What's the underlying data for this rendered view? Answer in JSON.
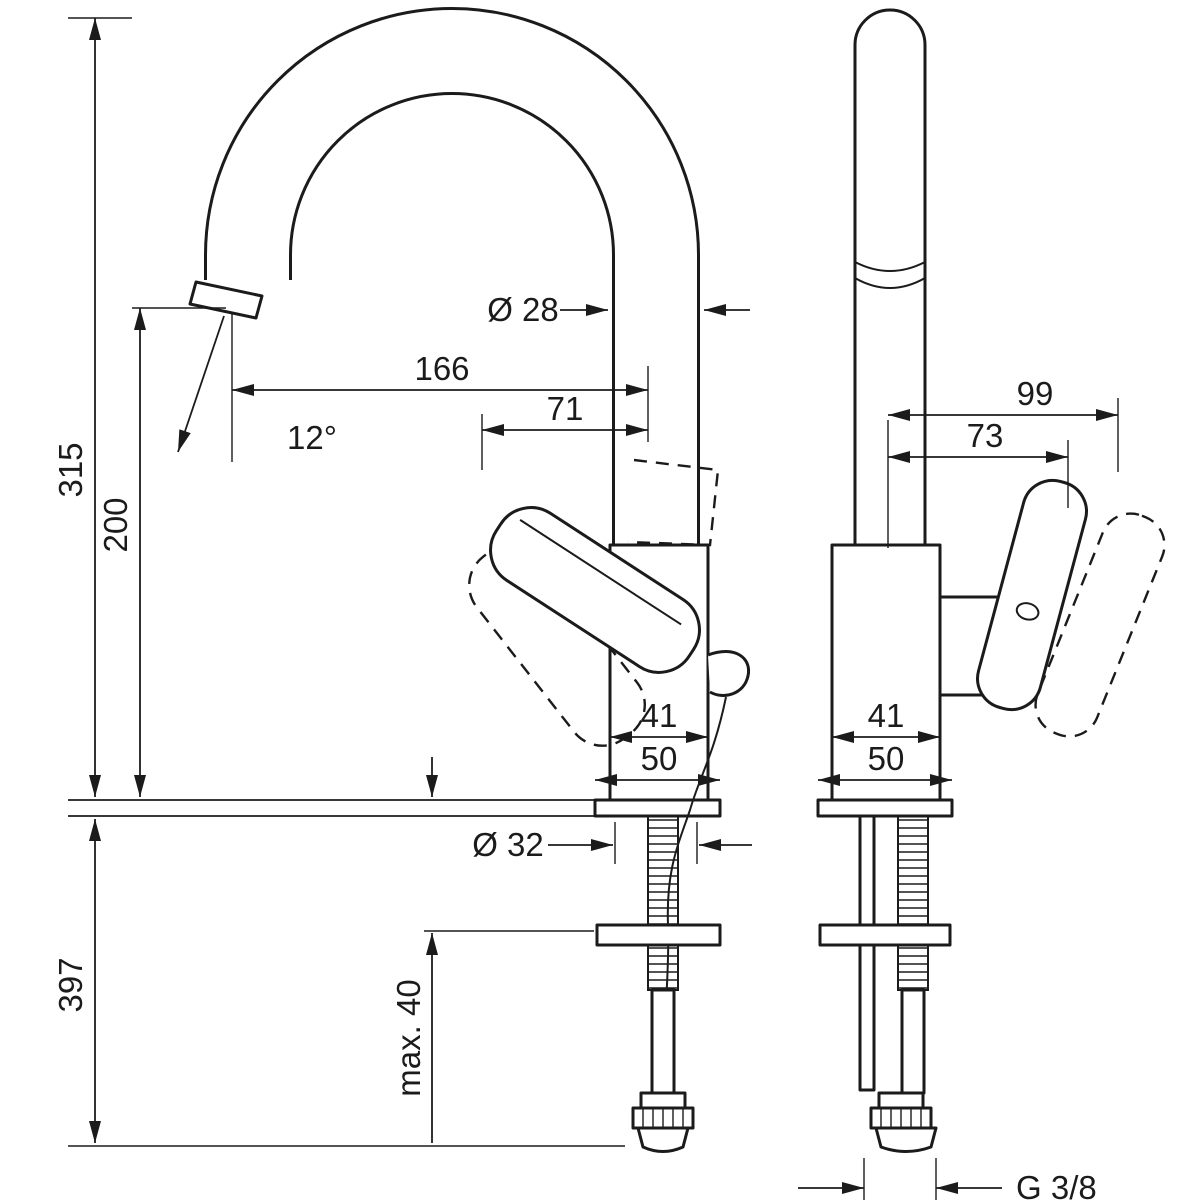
{
  "drawing": {
    "side_view": {
      "total_height": "315",
      "spout_height": "200",
      "below_deck_height": "397",
      "spout_diameter": "Ø 28",
      "spout_reach": "166",
      "spout_pivot_offset": "71",
      "spray_angle": "12°",
      "body_depth": "41",
      "base_depth": "50",
      "hole_diameter": "Ø 32",
      "max_deck_thickness": "max. 40"
    },
    "front_view": {
      "handle_reach": "99",
      "handle_pivot_offset": "73",
      "body_width": "41",
      "base_width": "50",
      "supply_connection": "G 3/8"
    },
    "colors": {
      "ink": "#1b1b1b",
      "background": "#ffffff"
    }
  }
}
